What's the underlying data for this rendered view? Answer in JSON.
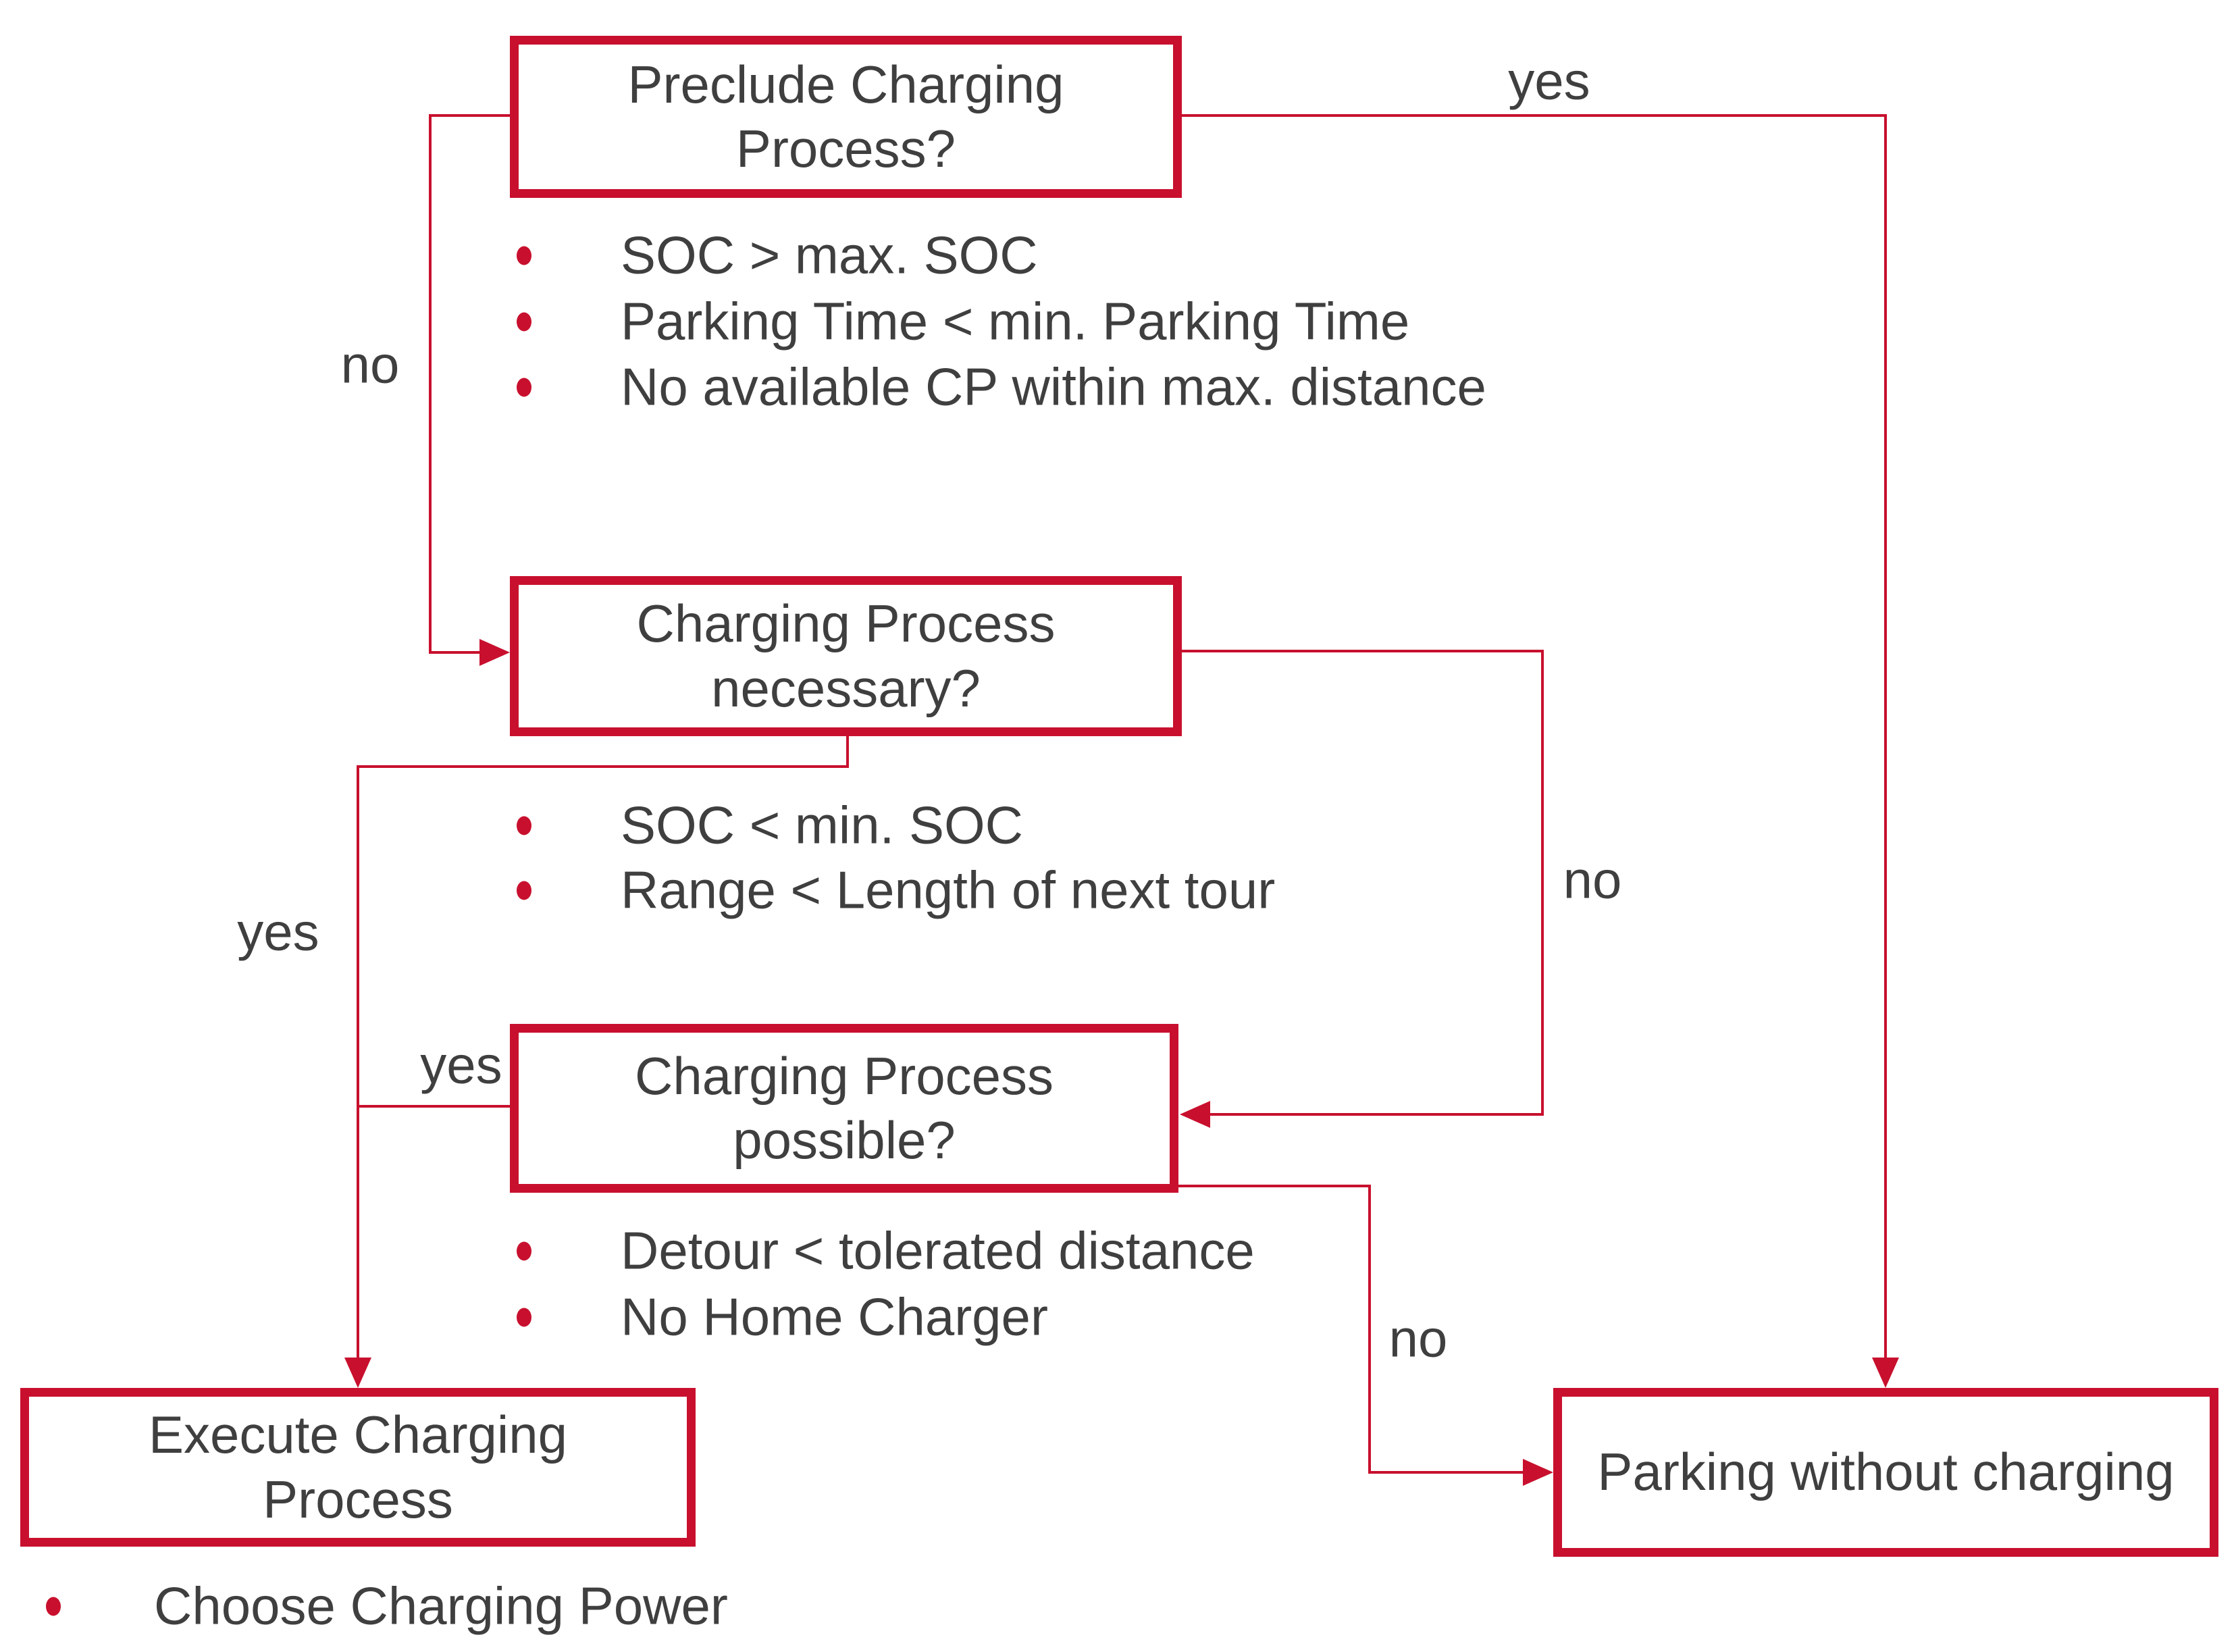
{
  "colors": {
    "accent_red": "#C8102E",
    "text_gray": "#3F3F3F",
    "background": "#FFFFFF"
  },
  "flowchart": {
    "nodes": {
      "preclude": "Preclude Charging Process?",
      "necessary": "Charging Process necessary?",
      "possible": "Charging Process possible?",
      "execute": "Execute Charging Process",
      "parking": "Parking without charging"
    },
    "edge_labels": {
      "preclude_yes": "yes",
      "preclude_no": "no",
      "necessary_yes": "yes",
      "necessary_no": "no",
      "possible_yes": "yes",
      "possible_no": "no"
    },
    "criteria": {
      "preclude": [
        "SOC > max. SOC",
        "Parking Time < min. Parking Time",
        "No available CP within max. distance"
      ],
      "necessary": [
        "SOC < min. SOC",
        "Range < Length of next tour"
      ],
      "possible": [
        "Detour < tolerated distance",
        "No Home Charger"
      ],
      "execute": [
        "Choose Charging Power"
      ]
    }
  }
}
